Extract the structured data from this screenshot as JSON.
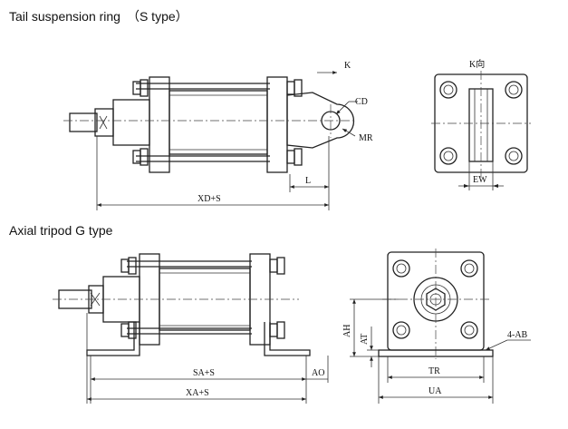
{
  "sections": [
    {
      "title": "Tail suspension ring　（S type）",
      "labels": {
        "k_arrow": "K",
        "k_view": "K向",
        "cd": "CD",
        "mr": "MR",
        "l": "L",
        "xd": "XD+S",
        "ew": "EW"
      }
    },
    {
      "title": "Axial tripod G type",
      "labels": {
        "sa": "SA+S",
        "ao": "AO",
        "xa": "XA+S",
        "ah": "AH",
        "at": "AT",
        "tr": "TR",
        "ua": "UA",
        "ab": "4-AB"
      }
    }
  ]
}
